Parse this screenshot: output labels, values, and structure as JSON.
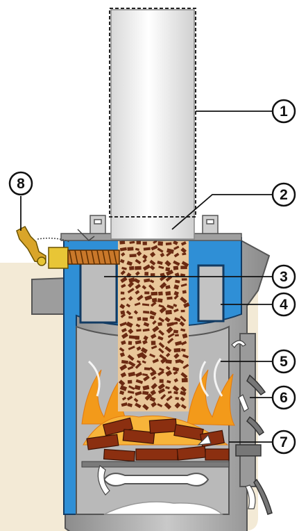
{
  "diagram": {
    "callouts": [
      {
        "id": "callout-1",
        "label": "1"
      },
      {
        "id": "callout-2",
        "label": "2"
      },
      {
        "id": "callout-3",
        "label": "3"
      },
      {
        "id": "callout-4",
        "label": "4"
      },
      {
        "id": "callout-5",
        "label": "5"
      },
      {
        "id": "callout-6",
        "label": "6"
      },
      {
        "id": "callout-7",
        "label": "7"
      },
      {
        "id": "callout-8",
        "label": "8"
      }
    ],
    "colors": {
      "background_panel": "#f3ead6",
      "water_jacket": "#2f8fd6",
      "stove_body": "#a9a9a9",
      "fuel_column": "#e9c79a",
      "wood_chunk": "#6b2a12",
      "flame": "#f39a1a",
      "base": "#3d6b4a"
    }
  }
}
